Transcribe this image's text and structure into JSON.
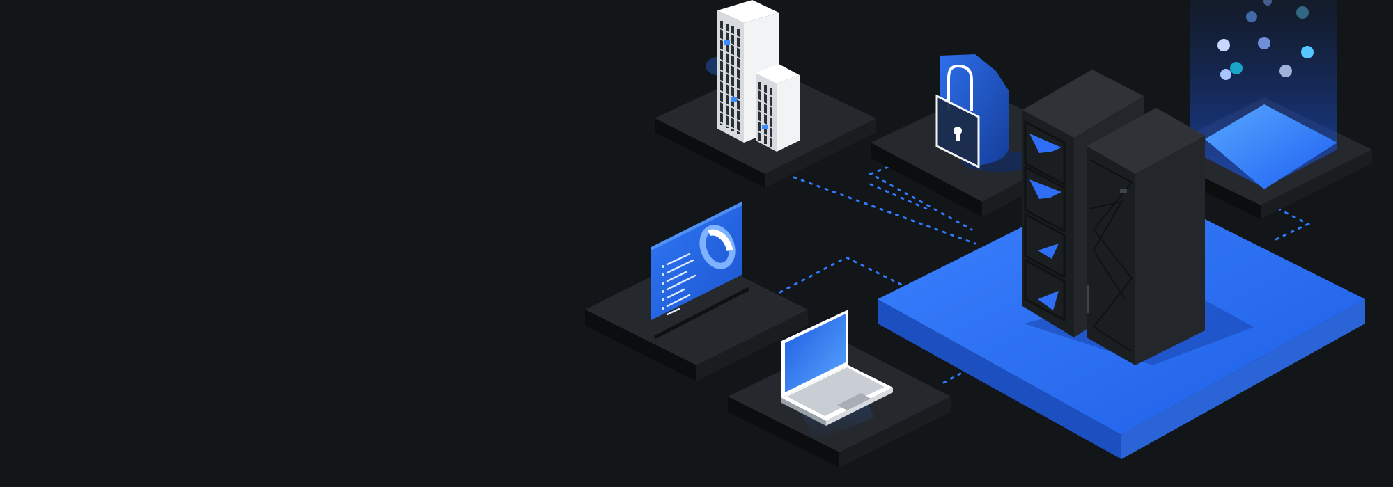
{
  "colors": {
    "background": "#121619",
    "tile_top": "#25292d",
    "tile_left": "#0b0d0f",
    "tile_right": "#1a1d20",
    "accent_blue": "#2f6ff7",
    "accent_blue_dark": "#1447c7",
    "accent_cyan": "#3ec6ff",
    "connector_dots": "#2f7bff",
    "building_white": "#eef0f3",
    "mainframe_black": "#1b1e21"
  },
  "icons": [
    "office-buildings-icon",
    "security-shield-lock-icon",
    "dashboard-screen-icon",
    "laptop-icon",
    "mainframe-server-icon",
    "data-cloud-platform-icon"
  ],
  "connectors": [
    "buildings-to-platform",
    "shield-to-platform",
    "dashboard-to-platform",
    "laptop-to-platform",
    "data-to-platform"
  ]
}
